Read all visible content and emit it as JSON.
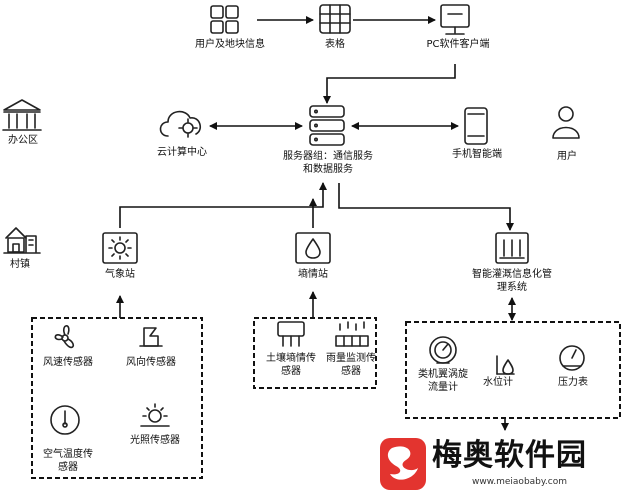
{
  "nodes": {
    "user_plot_info": "用户及地块信息",
    "table": "表格",
    "pc_client": "PC软件客户端",
    "office": "办公区",
    "cloud_center": "云计算中心",
    "server_group": "服务器组：通信服务和数据服务",
    "mobile": "手机智能端",
    "user": "用户",
    "village": "村镇",
    "weather_station": "气象站",
    "soil_station": "墒情站",
    "irrigation_system": "智能灌溉信息化管理系统",
    "wind_speed": "风速传感器",
    "wind_direction": "风向传感器",
    "air_temperature": "空气温度传感器",
    "light": "光照传感器",
    "soil_moisture": "土壤墒情传感器",
    "rain_monitor": "雨量监测传感器",
    "turbine_flowmeter": "类机翼涡旋流量计",
    "water_level": "水位计",
    "pressure_gauge": "压力表"
  },
  "watermark": {
    "title": "梅奥软件园",
    "url": "www.meiaobaby.com"
  },
  "icons": {
    "user_plot_info": "grid-four-icon",
    "table": "table-icon",
    "pc_client": "monitor-icon",
    "office": "building-icon",
    "cloud_center": "cloud-gear-icon",
    "server_group": "server-rack-icon",
    "mobile": "smartphone-icon",
    "user": "user-icon",
    "village": "house-icon",
    "weather_station": "sun-icon",
    "soil_station": "water-drop-icon",
    "irrigation_system": "control-cabinet-icon"
  },
  "colors": {
    "line": "#111111",
    "watermark_red": "#e3342f"
  }
}
